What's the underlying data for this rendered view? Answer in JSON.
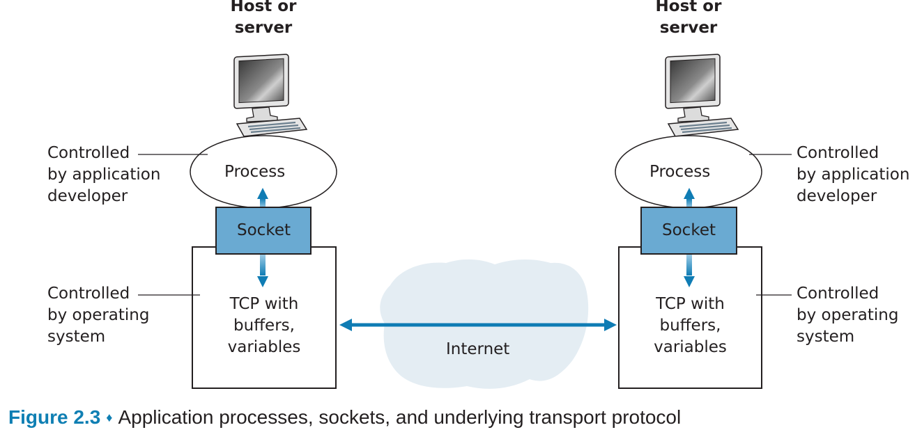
{
  "colors": {
    "arrow": "#0f7cb4",
    "socket_fill": "#6aaad2",
    "cloud_fill": "#e4edf3",
    "stroke": "#231f20",
    "caption_accent": "#0f7fb3"
  },
  "hosts": [
    {
      "title_line1": "Host or",
      "title_line2": "server",
      "icon": "computer-icon",
      "process_label": "Process",
      "socket_label": "Socket",
      "tcp_line1": "TCP with",
      "tcp_line2": "buffers,",
      "tcp_line3": "variables",
      "app_note": [
        "Controlled",
        "by application",
        "developer"
      ],
      "os_note": [
        "Controlled",
        "by operating",
        "system"
      ]
    },
    {
      "title_line1": "Host or",
      "title_line2": "server",
      "icon": "computer-icon",
      "process_label": "Process",
      "socket_label": "Socket",
      "tcp_line1": "TCP with",
      "tcp_line2": "buffers,",
      "tcp_line3": "variables",
      "app_note": [
        "Controlled",
        "by application",
        "developer"
      ],
      "os_note": [
        "Controlled",
        "by operating",
        "system"
      ]
    }
  ],
  "network": {
    "label": "Internet",
    "icon": "cloud-icon"
  },
  "caption": {
    "figure_label": "Figure 2.3",
    "separator": "♦",
    "text": "Application processes, sockets, and underlying transport protocol"
  }
}
